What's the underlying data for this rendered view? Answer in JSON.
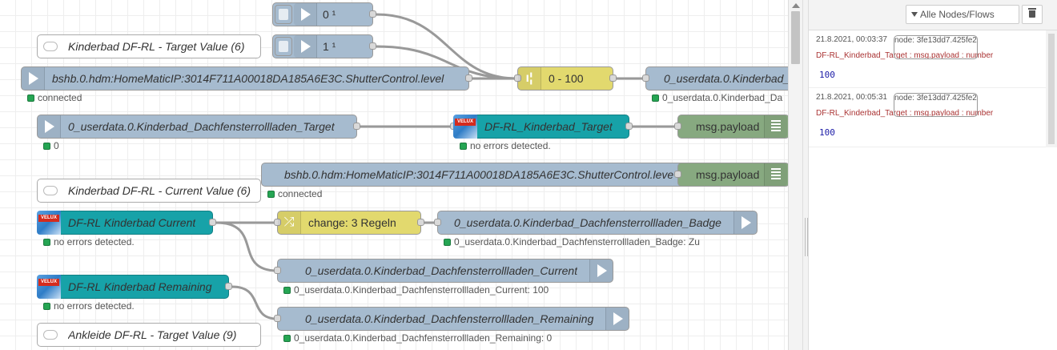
{
  "canvas": {
    "nodes": {
      "inject_0": {
        "label": "0 ¹"
      },
      "inject_1": {
        "label": "1 ¹"
      },
      "comment_target6": {
        "label": "Kinderbad DF-RL - Target Value (6)"
      },
      "ioin_level": {
        "label": "bshb.0.hdm:HomeMaticIP:3014F711A00018DA185A6E3C.ShutterControl.level",
        "status": "connected"
      },
      "range": {
        "label": "0 - 100"
      },
      "ioout_kinderbad": {
        "label": "0_userdata.0.Kinderbad_",
        "status": "0_userdata.0.Kinderbad_Da"
      },
      "ioin_target": {
        "label": "0_userdata.0.Kinderbad_Dachfensterrollladen_Target",
        "status": "0"
      },
      "velux_target": {
        "label": "DF-RL_Kinderbad_Target",
        "status": "no errors detected.",
        "brand": "VELUX"
      },
      "debug_1": {
        "label": "msg.payload"
      },
      "ioin_level2": {
        "label": "bshb.0.hdm:HomeMaticIP:3014F711A00018DA185A6E3C.ShutterControl.leve",
        "status": "connected"
      },
      "debug_2": {
        "label": "msg.payload"
      },
      "comment_current6": {
        "label": "Kinderbad DF-RL - Current Value (6)"
      },
      "velux_current": {
        "label": "DF-RL Kinderbad Current",
        "status": "no errors detected.",
        "brand": "VELUX"
      },
      "change": {
        "label": "change: 3 Regeln"
      },
      "ioout_badge": {
        "label": "0_userdata.0.Kinderbad_Dachfensterrollladen_Badge",
        "status": "0_userdata.0.Kinderbad_Dachfensterrollladen_Badge: Zu"
      },
      "ioout_current": {
        "label": "0_userdata.0.Kinderbad_Dachfensterrollladen_Current",
        "status": "0_userdata.0.Kinderbad_Dachfensterrollladen_Current: 100"
      },
      "velux_remaining": {
        "label": "DF-RL Kinderbad Remaining",
        "status": "no errors detected.",
        "brand": "VELUX"
      },
      "ioout_remaining": {
        "label": "0_userdata.0.Kinderbad_Dachfensterrollladen_Remaining",
        "status": "0_userdata.0.Kinderbad_Dachfensterrollladen_Remaining: 0"
      },
      "comment_ankleide9": {
        "label": "Ankleide DF-RL - Target Value (9)"
      }
    }
  },
  "sidebar": {
    "filter_label": "Alle Nodes/Flows",
    "clear_icon": "trash-icon",
    "messages": [
      {
        "time": "21.8.2021, 00:03:37",
        "node": "node: 3fe13dd7.425fe2",
        "topic": "DF-RL_Kinderbad_Target : msg.payload : number",
        "value": "100"
      },
      {
        "time": "21.8.2021, 00:05:31",
        "node": "node: 3fe13dd7.425fe2",
        "topic": "DF-RL_Kinderbad_Target : msg.payload : number",
        "value": "100"
      }
    ]
  },
  "colors": {
    "io_node": "#a6bbcf",
    "function_node": "#e2d96e",
    "velux_node": "#17a2a8",
    "debug_node": "#87a980",
    "status_ok": "#25a553",
    "wire": "#999999"
  }
}
